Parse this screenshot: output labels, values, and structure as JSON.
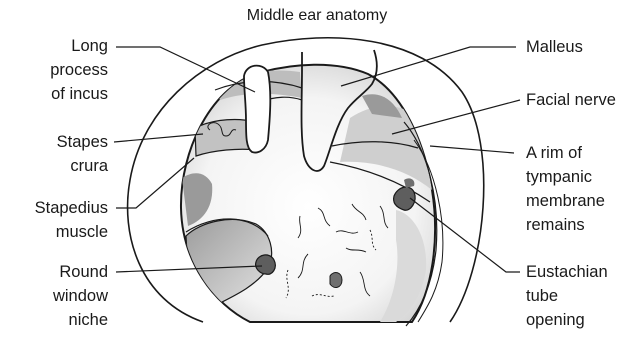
{
  "title": "Middle ear anatomy",
  "labels": {
    "long_process_of_incus": "Long\nprocess\nof incus",
    "stapes_crura": "Stapes\ncrura",
    "stapedius_muscle": "Stapedius\nmuscle",
    "round_window_niche": "Round\nwindow\nniche",
    "malleus": "Malleus",
    "facial_nerve": "Facial nerve",
    "tympanic_membrane_rim": "A rim of\ntympanic\nmembrane\nremains",
    "eustachian_tube_opening": "Eustachian\ntube\nopening"
  },
  "colors": {
    "ink": "#1a1a1a",
    "shade_light": "#e3e3e3",
    "shade_mid": "#b9b9b9",
    "shade_dark": "#6f6f6f",
    "background": "#ffffff"
  }
}
